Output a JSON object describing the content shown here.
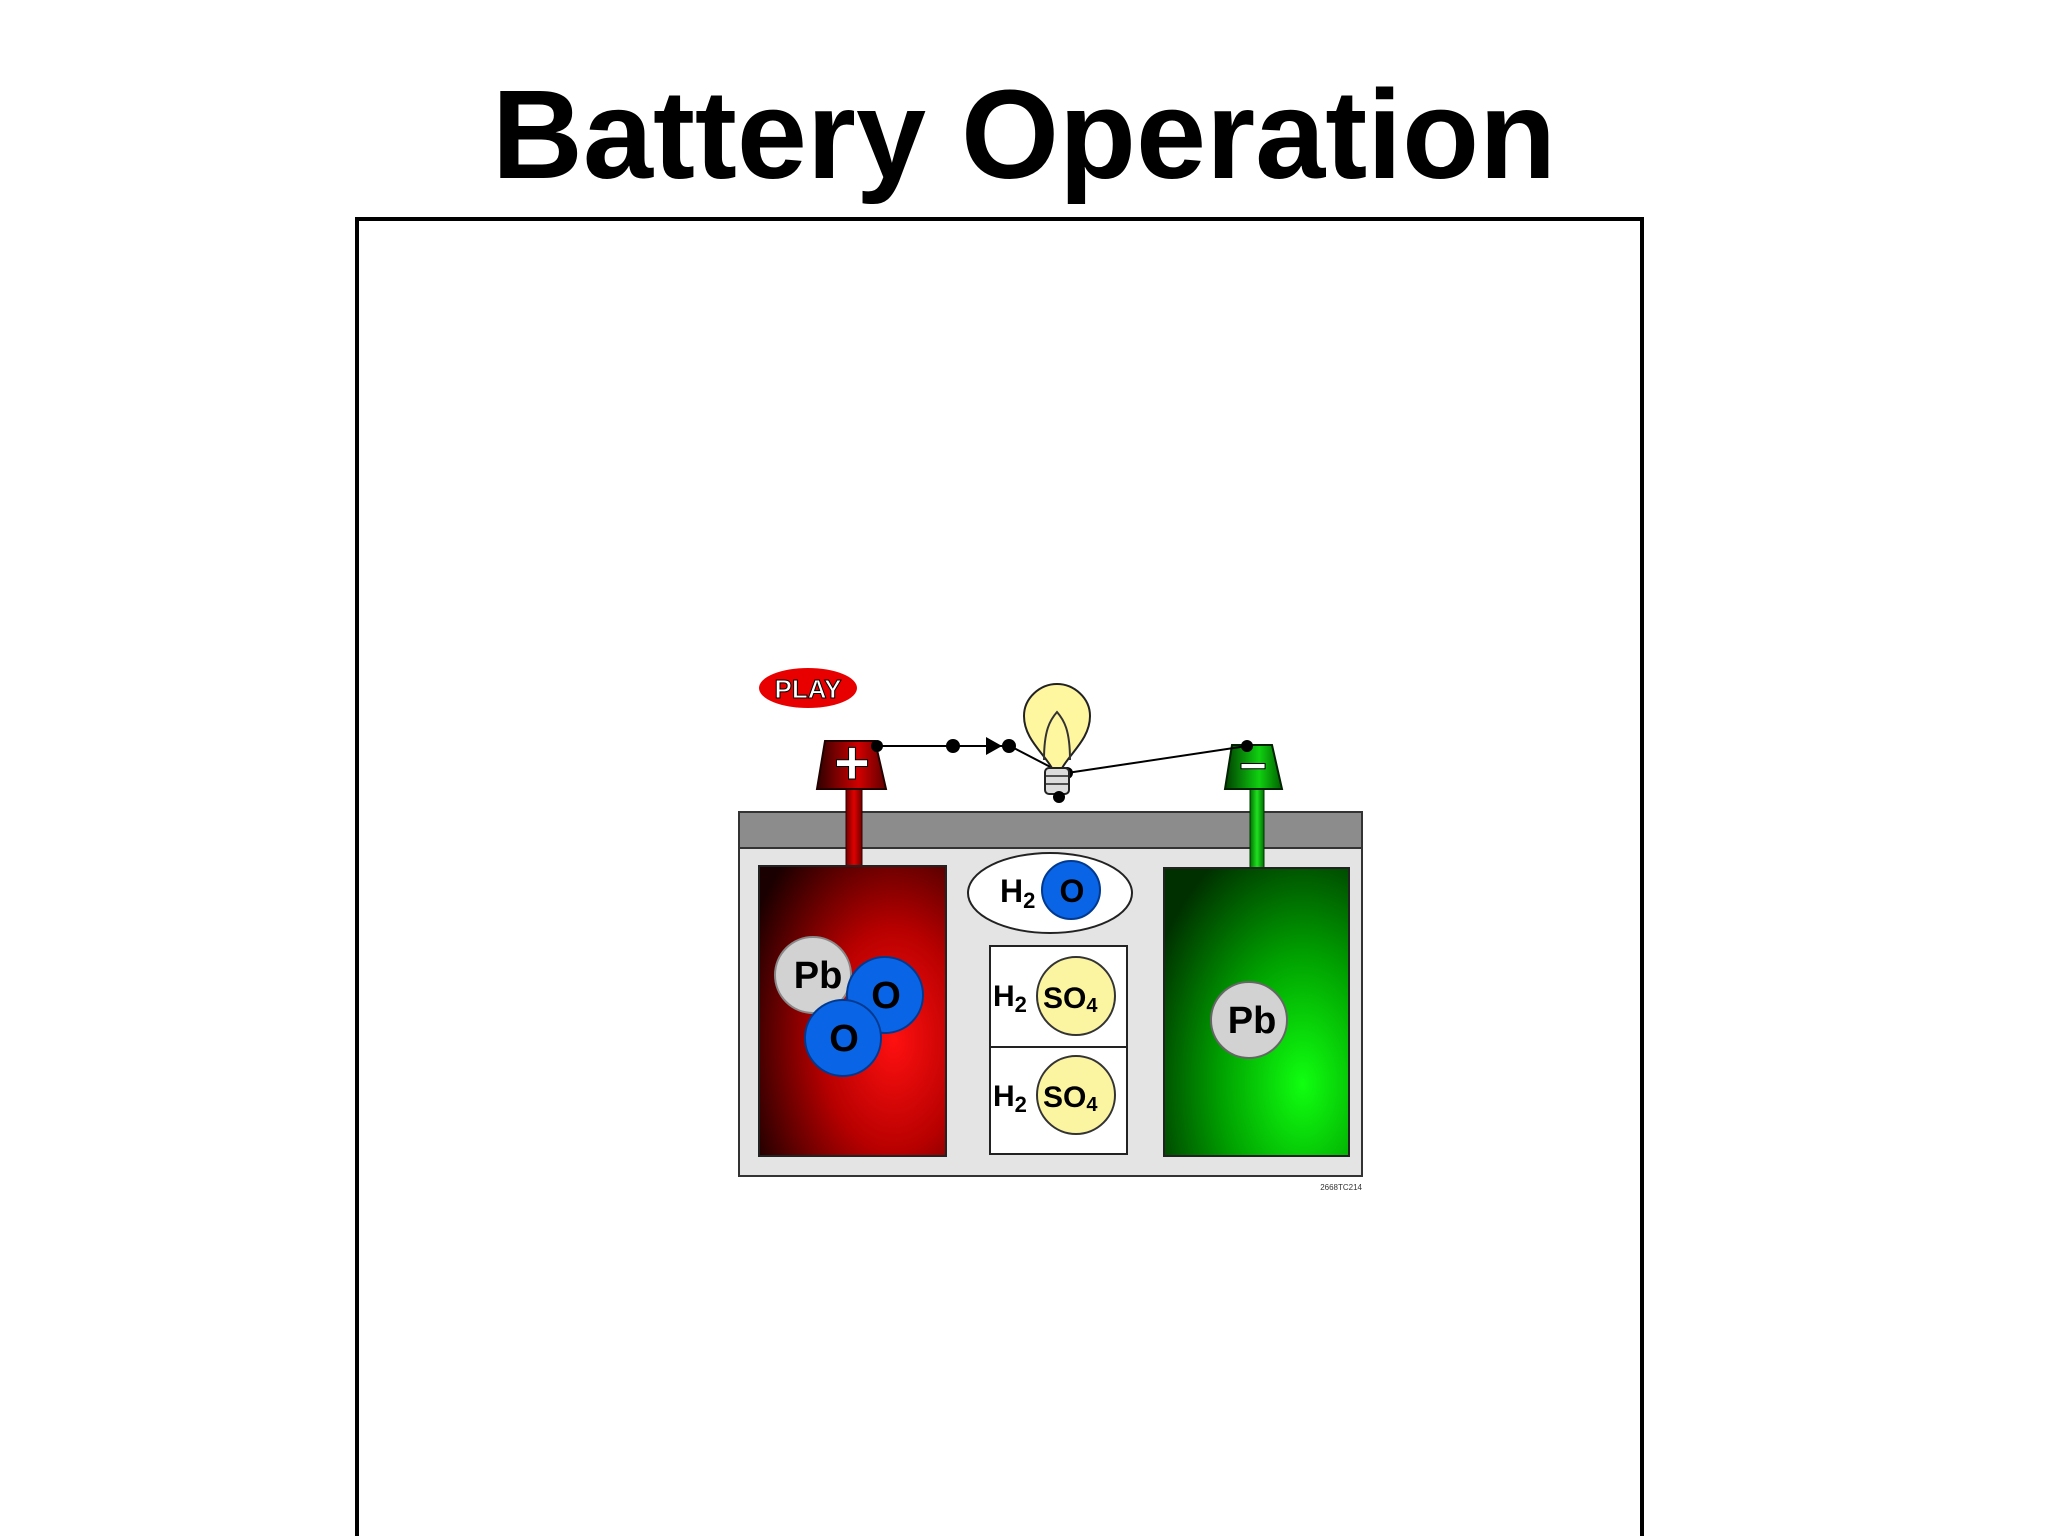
{
  "slide": {
    "title": "Battery Operation"
  },
  "diagram": {
    "play_button_label": "PLAY",
    "positive_terminal_symbol": "+",
    "negative_terminal_symbol": "−",
    "positive_plate_molecule": {
      "element": "Pb",
      "oxygen_atoms": [
        "O",
        "O"
      ]
    },
    "water_molecule": {
      "prefix": "H",
      "prefix_subscript": "2",
      "atom": "O"
    },
    "acid_molecules": [
      {
        "prefix": "H",
        "prefix_subscript": "2",
        "group": "SO",
        "group_subscript": "4"
      },
      {
        "prefix": "H",
        "prefix_subscript": "2",
        "group": "SO",
        "group_subscript": "4"
      }
    ],
    "negative_plate_molecule": {
      "element": "Pb"
    },
    "figure_code": "2668TC214",
    "colors": {
      "positive_plate": "#d40000",
      "negative_plate": "#00c800",
      "oxygen_atom": "#0a64e6",
      "sulfate_atom": "#fbf4a0",
      "lead_atom": "#d2d2d2",
      "play_button": "#e80000",
      "bulb": "#fff6a0"
    }
  }
}
